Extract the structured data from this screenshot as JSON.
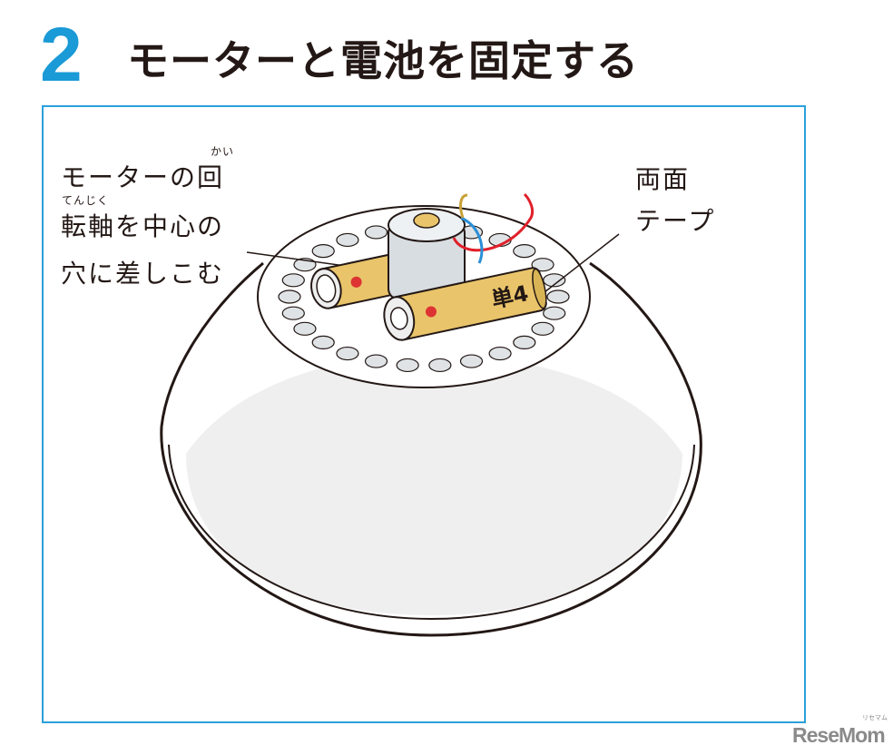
{
  "header": {
    "step_number": "2",
    "title": "モーターと電池を固定する"
  },
  "labels": {
    "motor_line1": "モーターの回",
    "motor_line1_ruby": "かい",
    "motor_line2": "転軸を中心の",
    "motor_line2_ruby": "てんじく",
    "motor_line3": "穴に差しこむ",
    "tape_line1": "両面",
    "tape_line2": "テープ"
  },
  "battery_label": "単4",
  "logo": {
    "text": "ReseMom",
    "sub": "リセマム"
  },
  "colors": {
    "accent": "#1a9ad6",
    "frame": "#2aa0dc",
    "battery": "#e9c46a",
    "wire_red": "#e0202a",
    "wire_blue": "#2a8fd6"
  }
}
